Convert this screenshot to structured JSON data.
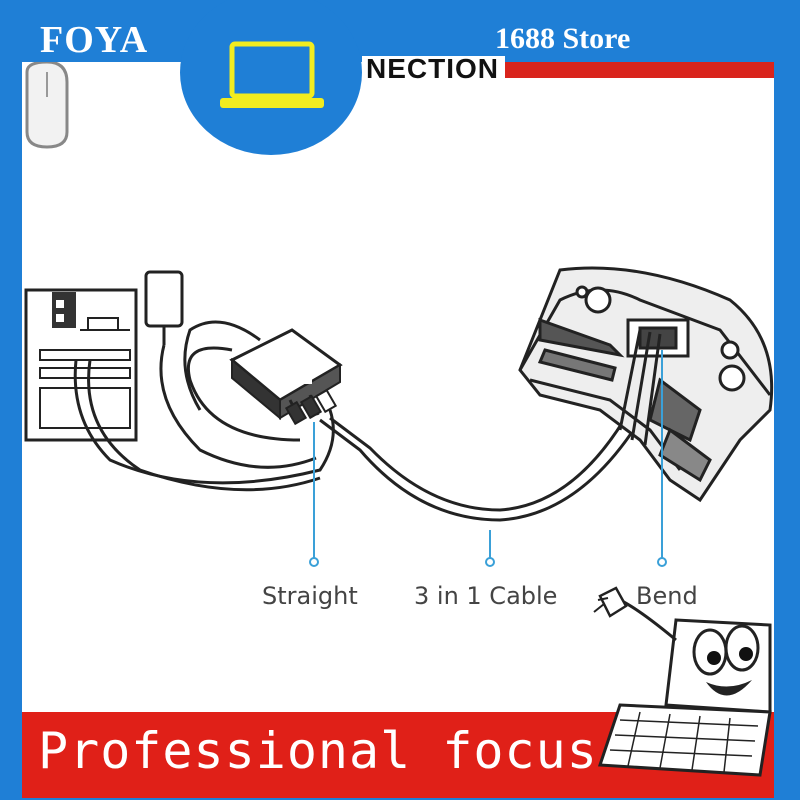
{
  "brand": "FOYA",
  "store": "1688 Store",
  "header_text": "NECTION",
  "labels": {
    "straight": "Straight",
    "cable": "3 in 1 Cable",
    "bend": "Bend"
  },
  "banner_text": "Professional focus",
  "colors": {
    "frame_blue": "#1f7fd6",
    "banner_red": "#e02018",
    "logo_yellow": "#f2ec1f"
  },
  "icons": [
    "laptop-icon",
    "mouse-icon",
    "vr-headset-icon",
    "adapter-box-icon",
    "computer-tower-icon",
    "laptop-mascot-icon"
  ]
}
